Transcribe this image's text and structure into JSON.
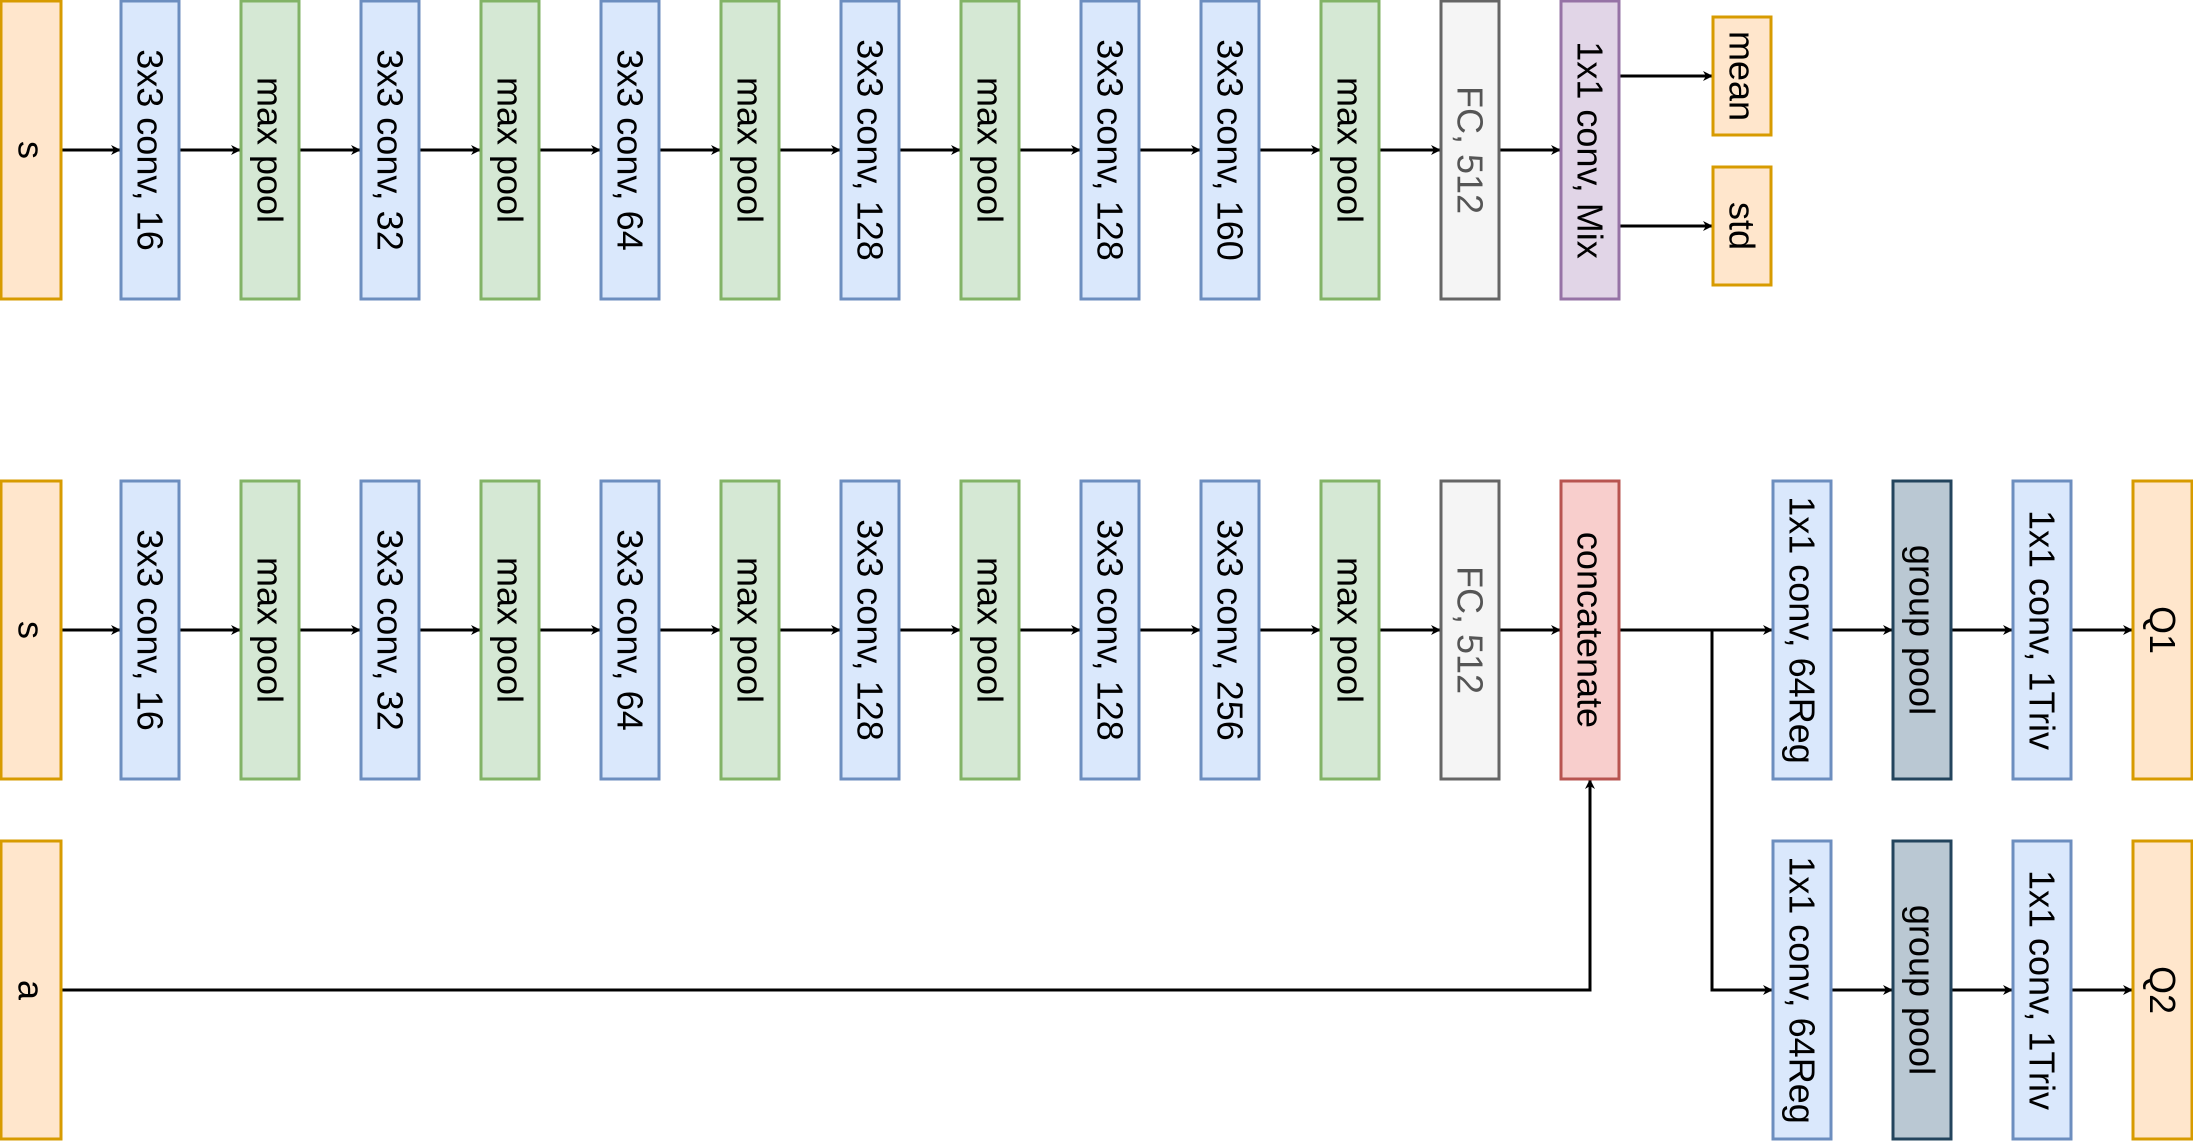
{
  "colors": {
    "input": {
      "fill": "#ffe6cc",
      "stroke": "#d79b00"
    },
    "conv": {
      "fill": "#dae8fc",
      "stroke": "#6c8ebf"
    },
    "pool": {
      "fill": "#d5e8d4",
      "stroke": "#82b366"
    },
    "fc": {
      "fill": "#f5f5f5",
      "stroke": "#666666"
    },
    "mix": {
      "fill": "#e1d5e7",
      "stroke": "#9673a6"
    },
    "concat": {
      "fill": "#f8cecc",
      "stroke": "#b85450"
    },
    "group": {
      "fill": "#bac8d3",
      "stroke": "#23445d"
    },
    "output": {
      "fill": "#ffe6cc",
      "stroke": "#d79b00"
    }
  },
  "actor": {
    "input": "s",
    "layers": [
      "3x3 conv, 16",
      "max pool",
      "3x3 conv, 32",
      "max pool",
      "3x3 conv, 64",
      "max pool",
      "3x3 conv, 128",
      "max pool",
      "3x3 conv, 128",
      "3x3 conv, 160",
      "max pool",
      "FC, 512",
      "1x1 conv, Mix"
    ],
    "outputs": [
      "mean",
      "std"
    ]
  },
  "critic": {
    "state_input": "s",
    "action_input": "a",
    "layers": [
      "3x3 conv, 16",
      "max pool",
      "3x3 conv, 32",
      "max pool",
      "3x3 conv, 64",
      "max pool",
      "3x3 conv, 128",
      "max pool",
      "3x3 conv, 128",
      "3x3 conv, 256",
      "max pool",
      "FC, 512",
      "concatenate"
    ],
    "heads": [
      {
        "layers": [
          "1x1 conv, 64Reg",
          "group pool",
          "1x1 conv, 1Triv"
        ],
        "output": "Q1"
      },
      {
        "layers": [
          "1x1 conv, 64Reg",
          "group pool",
          "1x1 conv, 1Triv"
        ],
        "output": "Q2"
      }
    ]
  }
}
